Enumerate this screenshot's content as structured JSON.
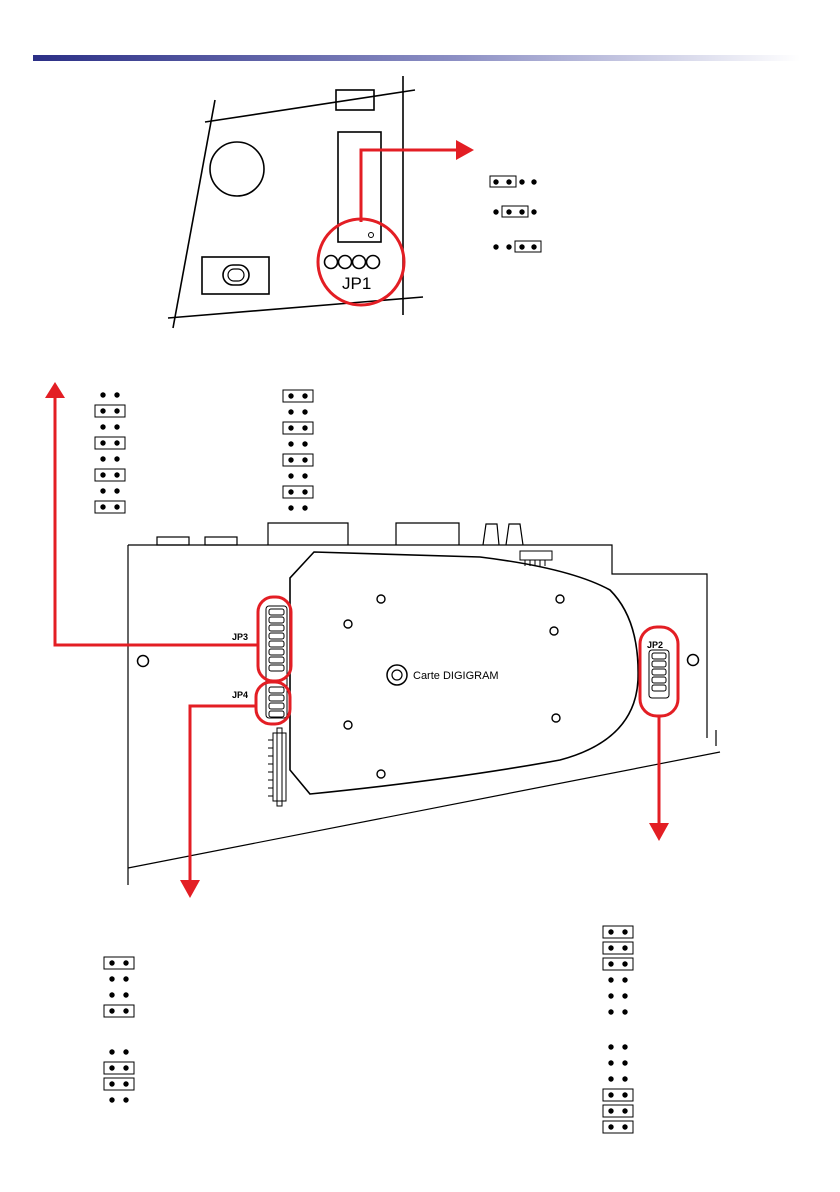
{
  "labels": {
    "jp1": "JP1",
    "jp2": "JP2",
    "jp3": "JP3",
    "jp4": "JP4",
    "card": "Carte DIGIGRAM"
  },
  "colors": {
    "accent_red": "#e31e24",
    "header_bar_left": "#2b2f86",
    "header_bar_right": "#ffffff",
    "ink": "#000000"
  },
  "jumper_settings": {
    "jp1_three_pin": [
      {
        "pins": 4,
        "bridge": [
          0,
          1
        ]
      },
      {
        "pins": 4,
        "bridge": [
          1,
          2
        ]
      },
      {
        "pins": 4,
        "bridge": [
          2,
          3
        ]
      }
    ],
    "jp3_left_column": [
      false,
      true,
      false,
      true,
      false,
      true,
      false,
      true
    ],
    "jp3_right_column": [
      true,
      false,
      true,
      false,
      true,
      false,
      true,
      false
    ],
    "jp4_group_a": [
      true,
      false,
      false,
      true
    ],
    "jp4_group_b": [
      false,
      true,
      true,
      false
    ],
    "jp2_group_a": [
      true,
      true,
      true,
      false,
      false
    ],
    "jp2_group_b": [
      false,
      false,
      true,
      true,
      true
    ]
  }
}
